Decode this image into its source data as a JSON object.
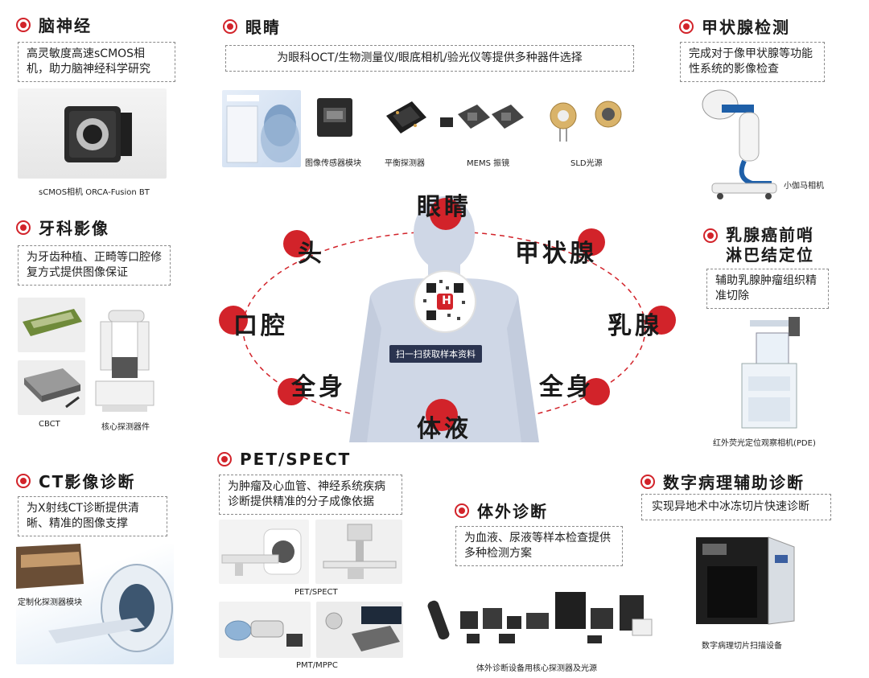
{
  "brain": {
    "title": "脑神经",
    "desc": "高灵敏度高速sCMOS相机，助力脑神经科学研究",
    "caption": "sCMOS相机  ORCA-Fusion BT"
  },
  "dental": {
    "title": "牙科影像",
    "desc": "为牙齿种植、正畸等口腔修复方式提供图像保证",
    "cap_left": "CBCT",
    "cap_right": "核心探测器件"
  },
  "ct": {
    "title": "CT影像诊断",
    "desc": "为X射线CT诊断提供清晰、精准的图像支撑",
    "caption": "定制化探测器模块"
  },
  "eye": {
    "title": "眼睛",
    "desc": "为眼科OCT/生物测量仪/眼底相机/验光仪等提供多种器件选择",
    "captions": [
      "图像传感器模块",
      "平衡探测器",
      "MEMS 振镜",
      "SLD光源"
    ]
  },
  "pet": {
    "title": "PET/SPECT",
    "desc": "为肿瘤及心血管、神经系统疾病诊断提供精准的分子成像依据",
    "cap_top": "PET/SPECT",
    "cap_bottom": "PMT/MPPC"
  },
  "ivd": {
    "title": "体外诊断",
    "desc": "为血液、尿液等样本检查提供多种检测方案",
    "caption": "体外诊断设备用核心探测器及光源"
  },
  "thyroid": {
    "title": "甲状腺检测",
    "desc": "完成对于像甲状腺等功能性系统的影像检查",
    "caption": "小伽马相机"
  },
  "breast": {
    "title_line1": "乳腺癌前哨",
    "title_line2": "淋巴结定位",
    "desc": "辅助乳腺肿瘤组织精准切除",
    "caption": "红外荧光定位观察相机(PDE)"
  },
  "pathology": {
    "title": "数字病理辅助诊断",
    "desc": "实现异地术中冰冻切片快速诊断",
    "caption": "数字病理切片扫描设备"
  },
  "body": {
    "labels": {
      "eye": "眼睛",
      "head": "头",
      "thyroid": "甲状腺",
      "mouth": "口腔",
      "breast": "乳腺",
      "whole_left": "全身",
      "whole_right": "全身",
      "fluid": "体液"
    },
    "qr_caption": "扫一扫获取样本资料",
    "qr_logo": "H"
  },
  "colors": {
    "accent": "#d2232a",
    "body": "#cfd7e6"
  }
}
